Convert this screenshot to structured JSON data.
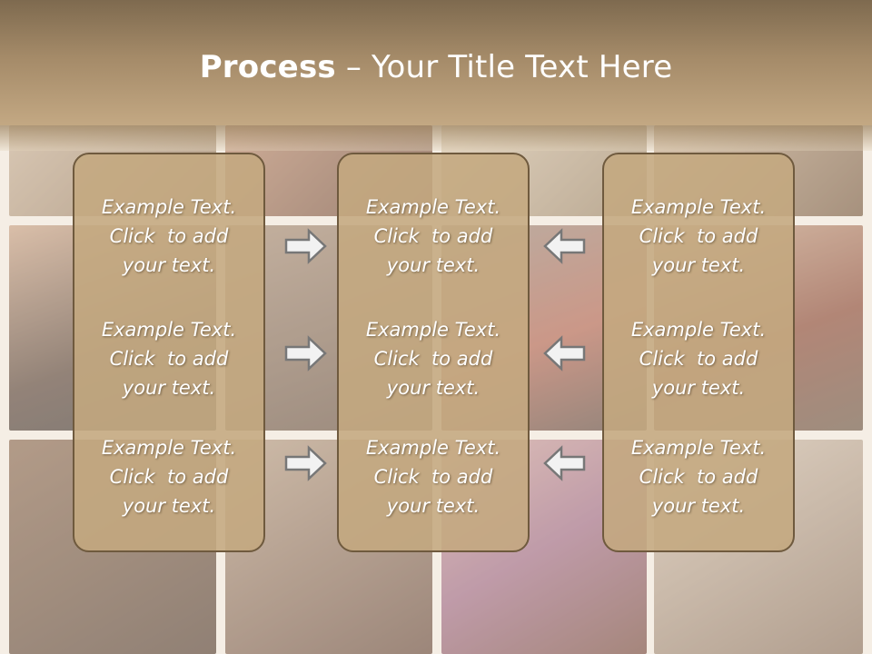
{
  "slide": {
    "title_bold": "Process",
    "title_rest": " – Your Title Text Here"
  },
  "colors": {
    "title_band": "#a48a68",
    "panel_fill": "#c4a880",
    "panel_border": "#6f5a3e",
    "text": "#ffffff",
    "arrow_fill": "#f2f2f2",
    "arrow_stroke": "#777777"
  },
  "panels": [
    {
      "items": [
        {
          "line1": "Example Text.",
          "line2": "Click  to add",
          "line3": "your text."
        },
        {
          "line1": "Example Text.",
          "line2": "Click  to add",
          "line3": "your text."
        },
        {
          "line1": "Example Text.",
          "line2": "Click  to add",
          "line3": "your text."
        }
      ]
    },
    {
      "items": [
        {
          "line1": "Example Text.",
          "line2": "Click  to add",
          "line3": "your text."
        },
        {
          "line1": "Example Text.",
          "line2": "Click  to add",
          "line3": "your text."
        },
        {
          "line1": "Example Text.",
          "line2": "Click  to add",
          "line3": "your text."
        }
      ]
    },
    {
      "items": [
        {
          "line1": "Example Text.",
          "line2": "Click  to add",
          "line3": "your text."
        },
        {
          "line1": "Example Text.",
          "line2": "Click  to add",
          "line3": "your text."
        },
        {
          "line1": "Example Text.",
          "line2": "Click  to add",
          "line3": "your text."
        }
      ]
    }
  ],
  "arrows": {
    "left_group": [
      "right-arrow-icon",
      "right-arrow-icon",
      "right-arrow-icon"
    ],
    "right_group": [
      "left-arrow-icon",
      "left-arrow-icon",
      "left-arrow-icon"
    ]
  }
}
